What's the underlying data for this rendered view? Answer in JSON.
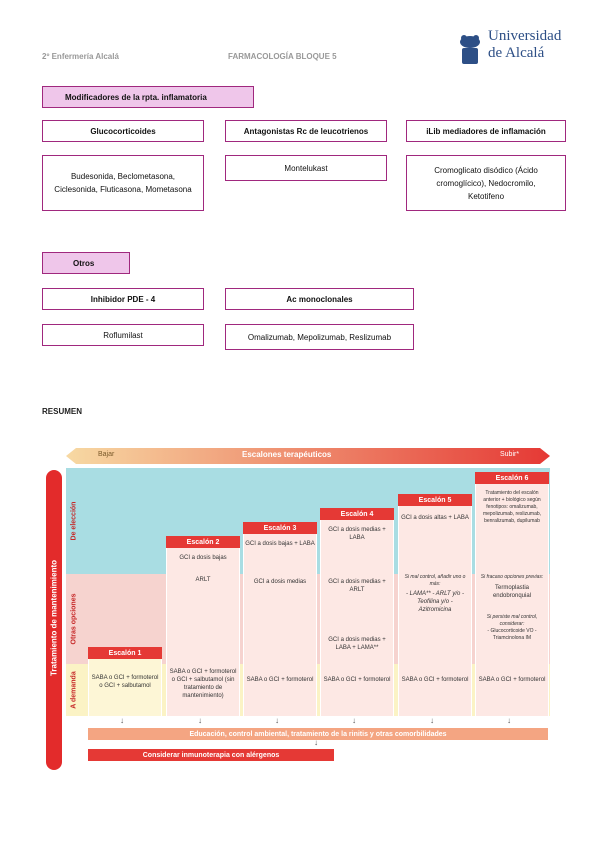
{
  "header": {
    "left": "2º Enfermería Alcalá",
    "middle": "FARMACOLOGÍA BLOQUE 5",
    "logo_line1": "Universidad",
    "logo_line2": "de Alcalá"
  },
  "section1": {
    "title": "Modificadores de la rpta. inflamatoria",
    "columns": [
      {
        "heading": "Glucocorticoides",
        "body": "Budesonida, Beclometasona, Ciclesonida, Fluticasona, Mometasona"
      },
      {
        "heading": "Antagonistas Rc de leucotrienos",
        "body": "Montelukast"
      },
      {
        "heading": "iLib mediadores de inflamación",
        "body": "Cromoglicato disódico (Ácido cromoglícico), Nedocromilo, Ketotifeno"
      }
    ]
  },
  "section2": {
    "title": "Otros",
    "columns": [
      {
        "heading": "Inhibidor PDE - 4",
        "body": "Roflumilast"
      },
      {
        "heading": "Ac monoclonales",
        "body": "Omalizumab, Mepolizumab, Reslizumab"
      }
    ]
  },
  "resumen": "RESUMEN",
  "diagram": {
    "arrow_left": "Bajar",
    "arrow_title": "Escalones terapéuticos",
    "arrow_right": "Subir*",
    "side_title": "Tratamiento de mantenimiento",
    "row_eleccion": "De elección",
    "row_otras": "Otras opciones",
    "row_demanda": "A demanda",
    "steps": [
      {
        "label": "Escalón 1",
        "eleccion": "",
        "otras": "",
        "demanda": "SABA o GCI + formoterol o GCI + salbutamol"
      },
      {
        "label": "Escalón 2",
        "eleccion": "GCI a dosis bajas",
        "otras": "ARLT",
        "demanda": "SABA o GCI + formoterol o GCI + salbutamol (sin tratamiento de mantenimiento)"
      },
      {
        "label": "Escalón 3",
        "eleccion": "GCI a dosis bajas + LABA",
        "otras": "GCI a dosis medias",
        "demanda": "SABA o GCI + formoterol"
      },
      {
        "label": "Escalón 4",
        "eleccion": "GCI a dosis medias + LABA",
        "otras": "GCI a dosis medias + ARLT",
        "otras2": "GCI a dosis medias + LABA + LAMA**",
        "demanda": "SABA o GCI + formoterol"
      },
      {
        "label": "Escalón 5",
        "eleccion": "GCI a dosis altas + LABA",
        "otras_note": "Si mal control, añadir uno o más:",
        "otras": "- LAMA** - ARLT y/o - Teofilina y/o - Azitromicina",
        "demanda": "SABA o GCI + formoterol"
      },
      {
        "label": "Escalón 6",
        "eleccion": "Tratamiento del escalón anterior + biológico según fenotipos: omalizumab, mepolizumab, reslizumab, benralizumab, dupilumab",
        "otras_note": "Si fracaso opciones previas:",
        "otras": "Termoplastia endobronquial",
        "otras_note2": "Si persiste mal control, considerar:",
        "otras2": "- Glucocorticoide VO - Triamcinolona IM",
        "demanda": "SABA o GCI + formoterol"
      }
    ],
    "bottom_bar1": "Educación, control ambiental, tratamiento de la rinitis y otras comorbilidades",
    "bottom_bar2": "Considerar inmunoterapia con alérgenos",
    "colors": {
      "red": "#e53935",
      "blue": "#a9dde3",
      "pink": "#f6d3cf",
      "yellow": "#fbf3c5",
      "salmon": "#f4a582",
      "box_border": "#a0287e",
      "box_fill": "#efc6ea"
    }
  }
}
